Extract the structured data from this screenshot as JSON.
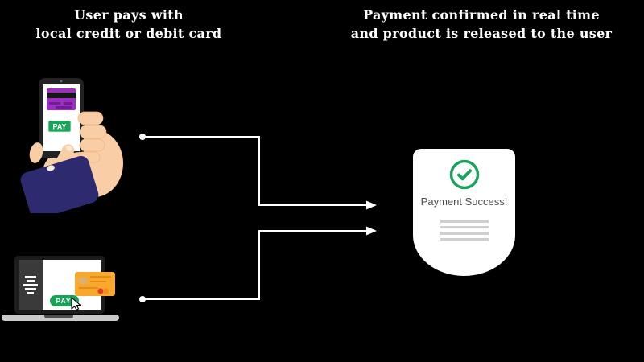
{
  "scene": {
    "background_color": "#000000",
    "arrow_color": "#ffffff"
  },
  "captions": {
    "left_line1": "User pays with",
    "left_line2": "local credit or debit card",
    "right_line1": "Payment confirmed in real time",
    "right_line2": "and product is released to the user"
  },
  "phone_illustration": {
    "pay_button_label": "PAY",
    "colors": {
      "phone_body": "#232323",
      "screen": "#ffffff",
      "credit_card": "#9c2ec1",
      "card_stripe": "#161616",
      "card_detail": "#6d1e92",
      "pay_button": "#18a457",
      "hand_skin": "#f9cda5",
      "sleeve": "#2e2a70"
    }
  },
  "laptop_illustration": {
    "pay_button_label": "PAY",
    "colors": {
      "bezel": "#1c1c1c",
      "sidebar": "#3a3a3a",
      "screen": "#ffffff",
      "pay_button": "#18a457",
      "credit_card": "#f7a82d",
      "card_chip": "#d8b173",
      "card_dot_red": "#e03a26",
      "card_dot_orange": "#ef8d1d",
      "base": "#c9c9c9"
    }
  },
  "receipt_card": {
    "title": "Payment Success!",
    "colors": {
      "background": "#ffffff",
      "check_green": "#1aa35c",
      "title_text": "#4f4f4f",
      "placeholder_lines": "#cfcfcf"
    }
  }
}
